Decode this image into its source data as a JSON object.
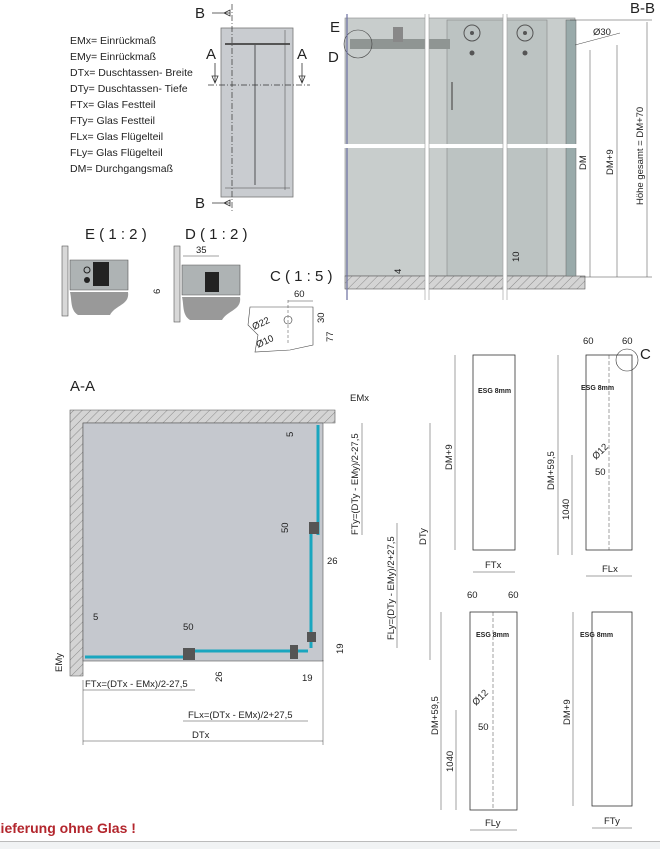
{
  "legend": [
    "EMx= Einrückmaß",
    "EMy= Einrückmaß",
    "DTx= Duschtassen- Breite",
    "DTy= Duschtassen- Tiefe",
    "FTx= Glas Festteil",
    "FTy= Glas Festteil",
    "FLx= Glas Flügelteil",
    "FLy= Glas Flügelteil",
    "DM= Durchgangsmaß"
  ],
  "elevation": {
    "section_b": "B",
    "section_a": "A"
  },
  "section_bb": {
    "title": "B-B",
    "detail_e": "E",
    "detail_d": "D",
    "dia": "Ø30",
    "dm": "DM",
    "dm9": "DM+9",
    "height_total": "Höhe gesamt = DM+70",
    "d4": "4",
    "d10": "10"
  },
  "detail_e": {
    "title": "E ( 1 : 2 )"
  },
  "detail_d": {
    "title": "D ( 1 : 2 )",
    "d35": "35",
    "d6": "6"
  },
  "detail_c": {
    "title": "C ( 1 : 5 )",
    "d60": "60",
    "d30": "30",
    "d77": "77",
    "dia22": "Ø22",
    "dia10": "Ø10"
  },
  "section_aa": {
    "title": "A-A",
    "emx": "EMx",
    "emy": "EMy",
    "d5a": "5",
    "d5b": "5",
    "d50a": "50",
    "d50b": "50",
    "d26a": "26",
    "d26b": "26",
    "d19a": "19",
    "d19b": "19",
    "fty": "FTy=(DTy - EMy)/2-27,5",
    "fly": "FLy=(DTy - EMy)/2+27,5",
    "dty": "DTy",
    "ftx": "FTx=(DTx - EMx)/2-27,5",
    "flx": "FLx=(DTx - EMx)/2+27,5",
    "dtx": "DTx"
  },
  "panels": {
    "ftx": {
      "glass": "ESG 8mm",
      "height": "DM+9",
      "width": "FTx"
    },
    "flx": {
      "glass": "ESG 8mm",
      "height": "DM+59,5",
      "width": "FLx",
      "h1040": "1040",
      "d50": "50",
      "dia": "Ø12",
      "d60a": "60",
      "d60b": "60",
      "detail": "C"
    },
    "fly": {
      "glass": "ESG 8mm",
      "height": "DM+59,5",
      "width": "FLy",
      "h1040": "1040",
      "d50": "50",
      "dia": "Ø12",
      "d60a": "60",
      "d60b": "60"
    },
    "fty": {
      "glass": "ESG 8mm",
      "height": "DM+9",
      "width": "FTy"
    }
  },
  "note": "Lieferung ohne Glas !"
}
